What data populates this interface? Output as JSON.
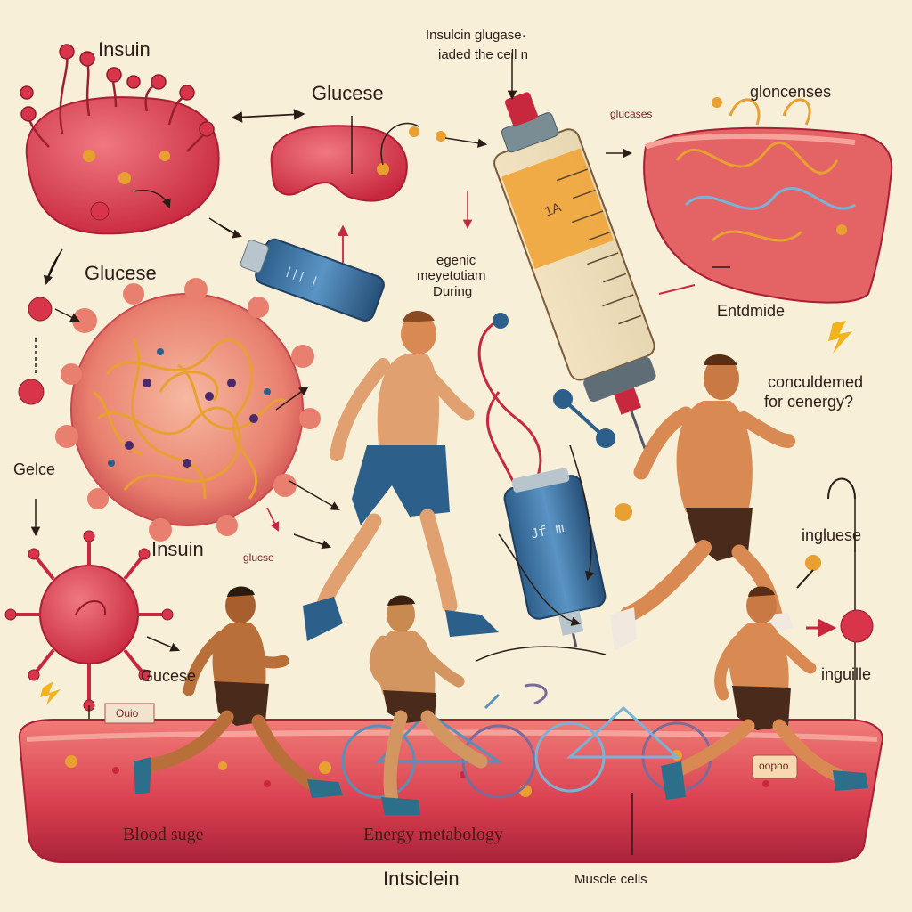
{
  "labels": {
    "insulin_top_left": "Insuin",
    "glucose_top_mid": "Glucese",
    "syringe_caption_line1": "Insulcin glugase·",
    "syringe_caption_line2": "iaded the cell n",
    "gloncenses_top_right": "gloncenses",
    "glucases_small": "glucases",
    "glucose_left": "Glucese",
    "energy_caption_line1": "egenic",
    "energy_caption_line2": "meyetotiam",
    "energy_caption_line3": "During",
    "entdmide": "Entdmide",
    "concluded_line1": "conculdemed",
    "concluded_line2": "for cenergy?",
    "gelce": "Gelce",
    "insulin_mid": "Insuin",
    "glucose_small_mid": "glucse",
    "ingluese": "ingluese",
    "glucese_lower_left": "Gucese",
    "inguille": "inguille",
    "blood_sugar": "Blood suge",
    "energy_metabology": "Energy metabology",
    "intsiclein": "Intsiclein",
    "muscle_cells": "Muscle cells",
    "sign_small": "Ouio",
    "tag_right": "oopno",
    "syringe_marks": "1A"
  },
  "colors": {
    "background": "#f8efd9",
    "cell_red": "#d8354a",
    "cell_dark": "#b0233a",
    "vessel": "#e14d57",
    "skin": "#d98a52",
    "shorts_blue": "#2c5f8a",
    "shorts_brown": "#4a2a1a",
    "glucose_gold": "#e8a031",
    "vial_blue": "#3a6f9c",
    "syringe_orange": "#f0a53a"
  },
  "icons": [
    "lightning-icon",
    "lightning-icon"
  ]
}
